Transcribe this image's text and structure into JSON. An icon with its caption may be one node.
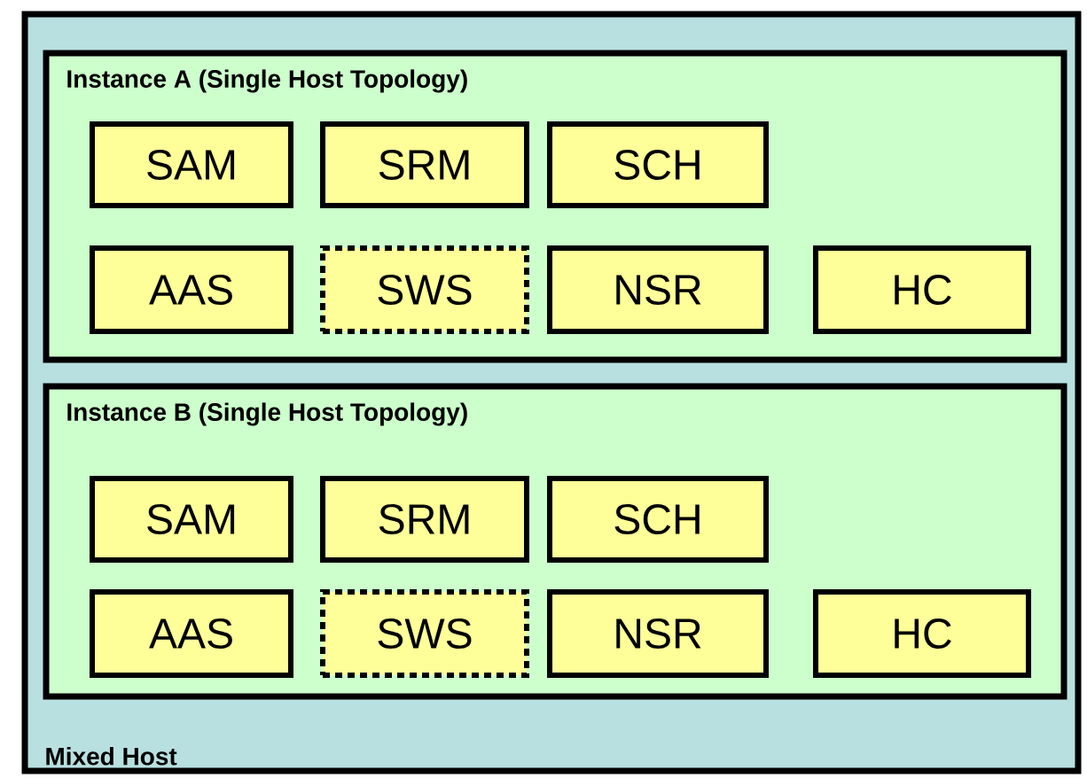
{
  "diagram": {
    "nodes": [
      {
        "text": [
          "Mixed Host"
        ]
      },
      {
        "text": [
          "Instance A (Single Host Topology)"
        ],
        "in": 0
      },
      {
        "text": [
          "SAM"
        ],
        "in": 1
      },
      {
        "text": [
          "SRM"
        ],
        "in": 1
      },
      {
        "text": [
          "SCH"
        ],
        "in": 1
      },
      {
        "text": [
          "AAS"
        ],
        "in": 1
      },
      {
        "text": [
          "SWS"
        ],
        "in": 1
      },
      {
        "text": [
          "NSR"
        ],
        "in": 1
      },
      {
        "text": [
          "HC"
        ],
        "in": 1
      },
      {
        "text": [
          "Instance B (Single Host Topology)"
        ],
        "in": 0
      },
      {
        "text": [
          "SAM"
        ],
        "in": 9
      },
      {
        "text": [
          "SRM"
        ],
        "in": 9
      },
      {
        "text": [
          "SCH"
        ],
        "in": 9
      },
      {
        "text": [
          "AAS"
        ],
        "in": 9
      },
      {
        "text": [
          "SWS"
        ],
        "in": 9
      },
      {
        "text": [
          "NSR"
        ],
        "in": 9
      },
      {
        "text": [
          "HC"
        ],
        "in": 9
      }
    ]
  }
}
